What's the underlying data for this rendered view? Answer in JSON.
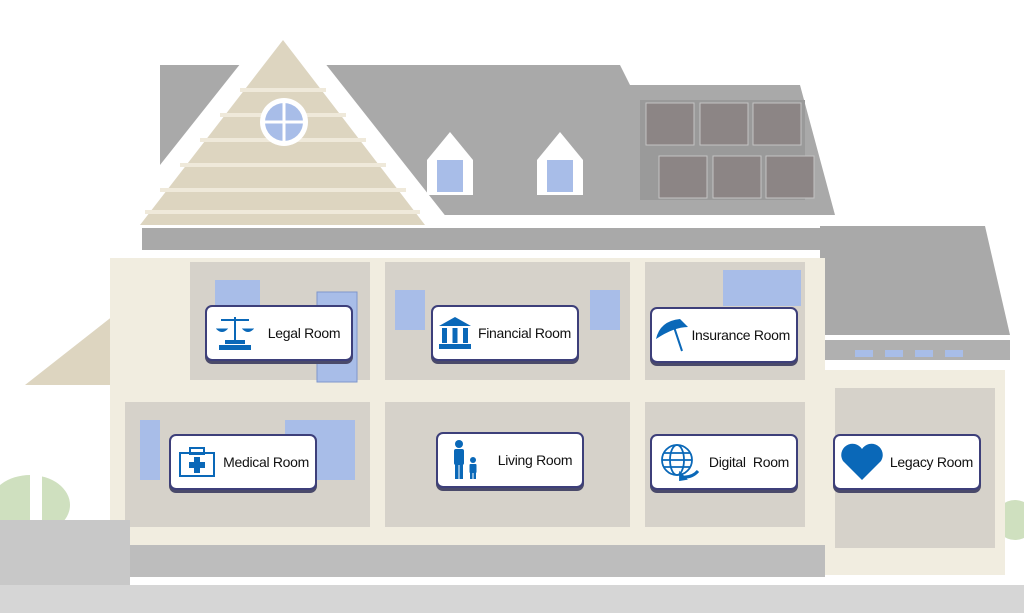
{
  "colors": {
    "accent": "#0a68b8",
    "border": "#3d3f7a",
    "roof": "#a9a9a9",
    "wall": "#f1ede0",
    "window": "#a8bde8"
  },
  "rooms": [
    {
      "label": "Legal Room",
      "icon": "scales-icon"
    },
    {
      "label": "Financial Room",
      "icon": "bank-icon"
    },
    {
      "label": "Insurance Room",
      "icon": "umbrella-icon"
    },
    {
      "label": "Medical Room",
      "icon": "medical-kit-icon"
    },
    {
      "label": "Living Room",
      "icon": "parent-child-icon"
    },
    {
      "label": "Digital  Room",
      "icon": "globe-icon"
    },
    {
      "label": "Legacy Room",
      "icon": "heart-icon"
    }
  ]
}
